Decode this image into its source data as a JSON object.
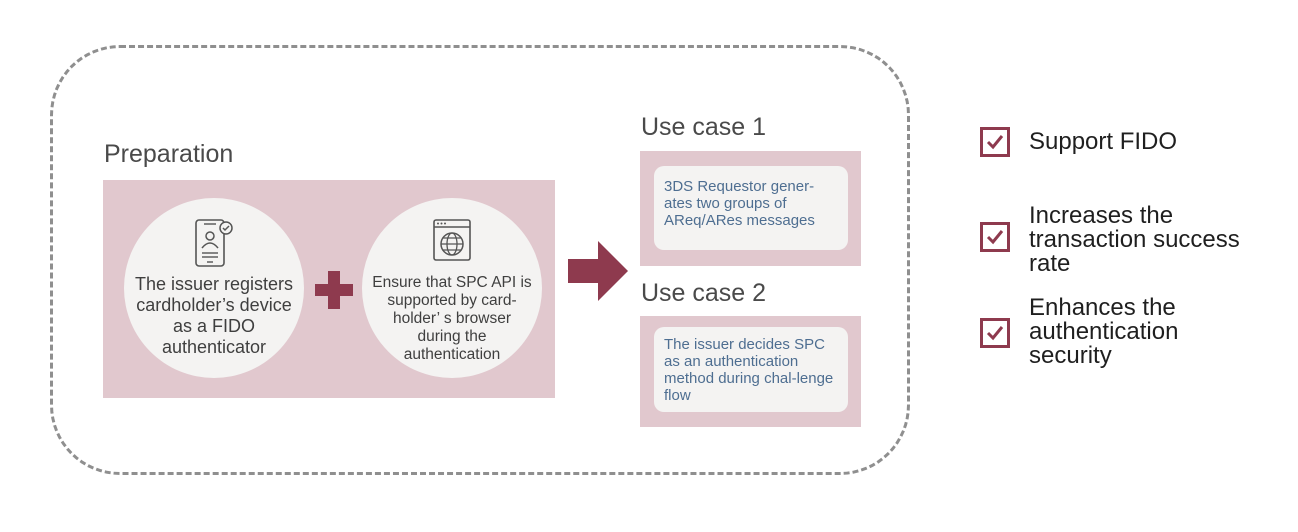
{
  "preparation": {
    "title": "Preparation",
    "step1": {
      "icon": "mobile-device-user-icon",
      "text": "The issuer registers cardholder’s device as a FIDO authenticator"
    },
    "step2": {
      "icon": "browser-globe-icon",
      "text": "Ensure that SPC API is supported by card-holder’ s browser during the authentication"
    },
    "connector": "plus-icon"
  },
  "flow_arrow": "right-arrow-icon",
  "use_cases": [
    {
      "title": "Use case 1",
      "text": "3DS Requestor gener-ates two groups of AReq/ARes messages"
    },
    {
      "title": "Use case 2",
      "text": "The issuer decides SPC as an authentication method during chal-lenge flow"
    }
  ],
  "benefits": [
    {
      "icon": "checkbox-icon",
      "text": "Support FIDO"
    },
    {
      "icon": "checkbox-icon",
      "text": "Increases the transaction success rate"
    },
    {
      "icon": "checkbox-icon",
      "text": "Enhances the authentication security"
    }
  ],
  "colors": {
    "accent": "#8e3a4e",
    "panel": "#e1c8ce",
    "card": "#f4f3f2",
    "use_case_text": "#4e6e91",
    "border": "#8f8f8f"
  }
}
